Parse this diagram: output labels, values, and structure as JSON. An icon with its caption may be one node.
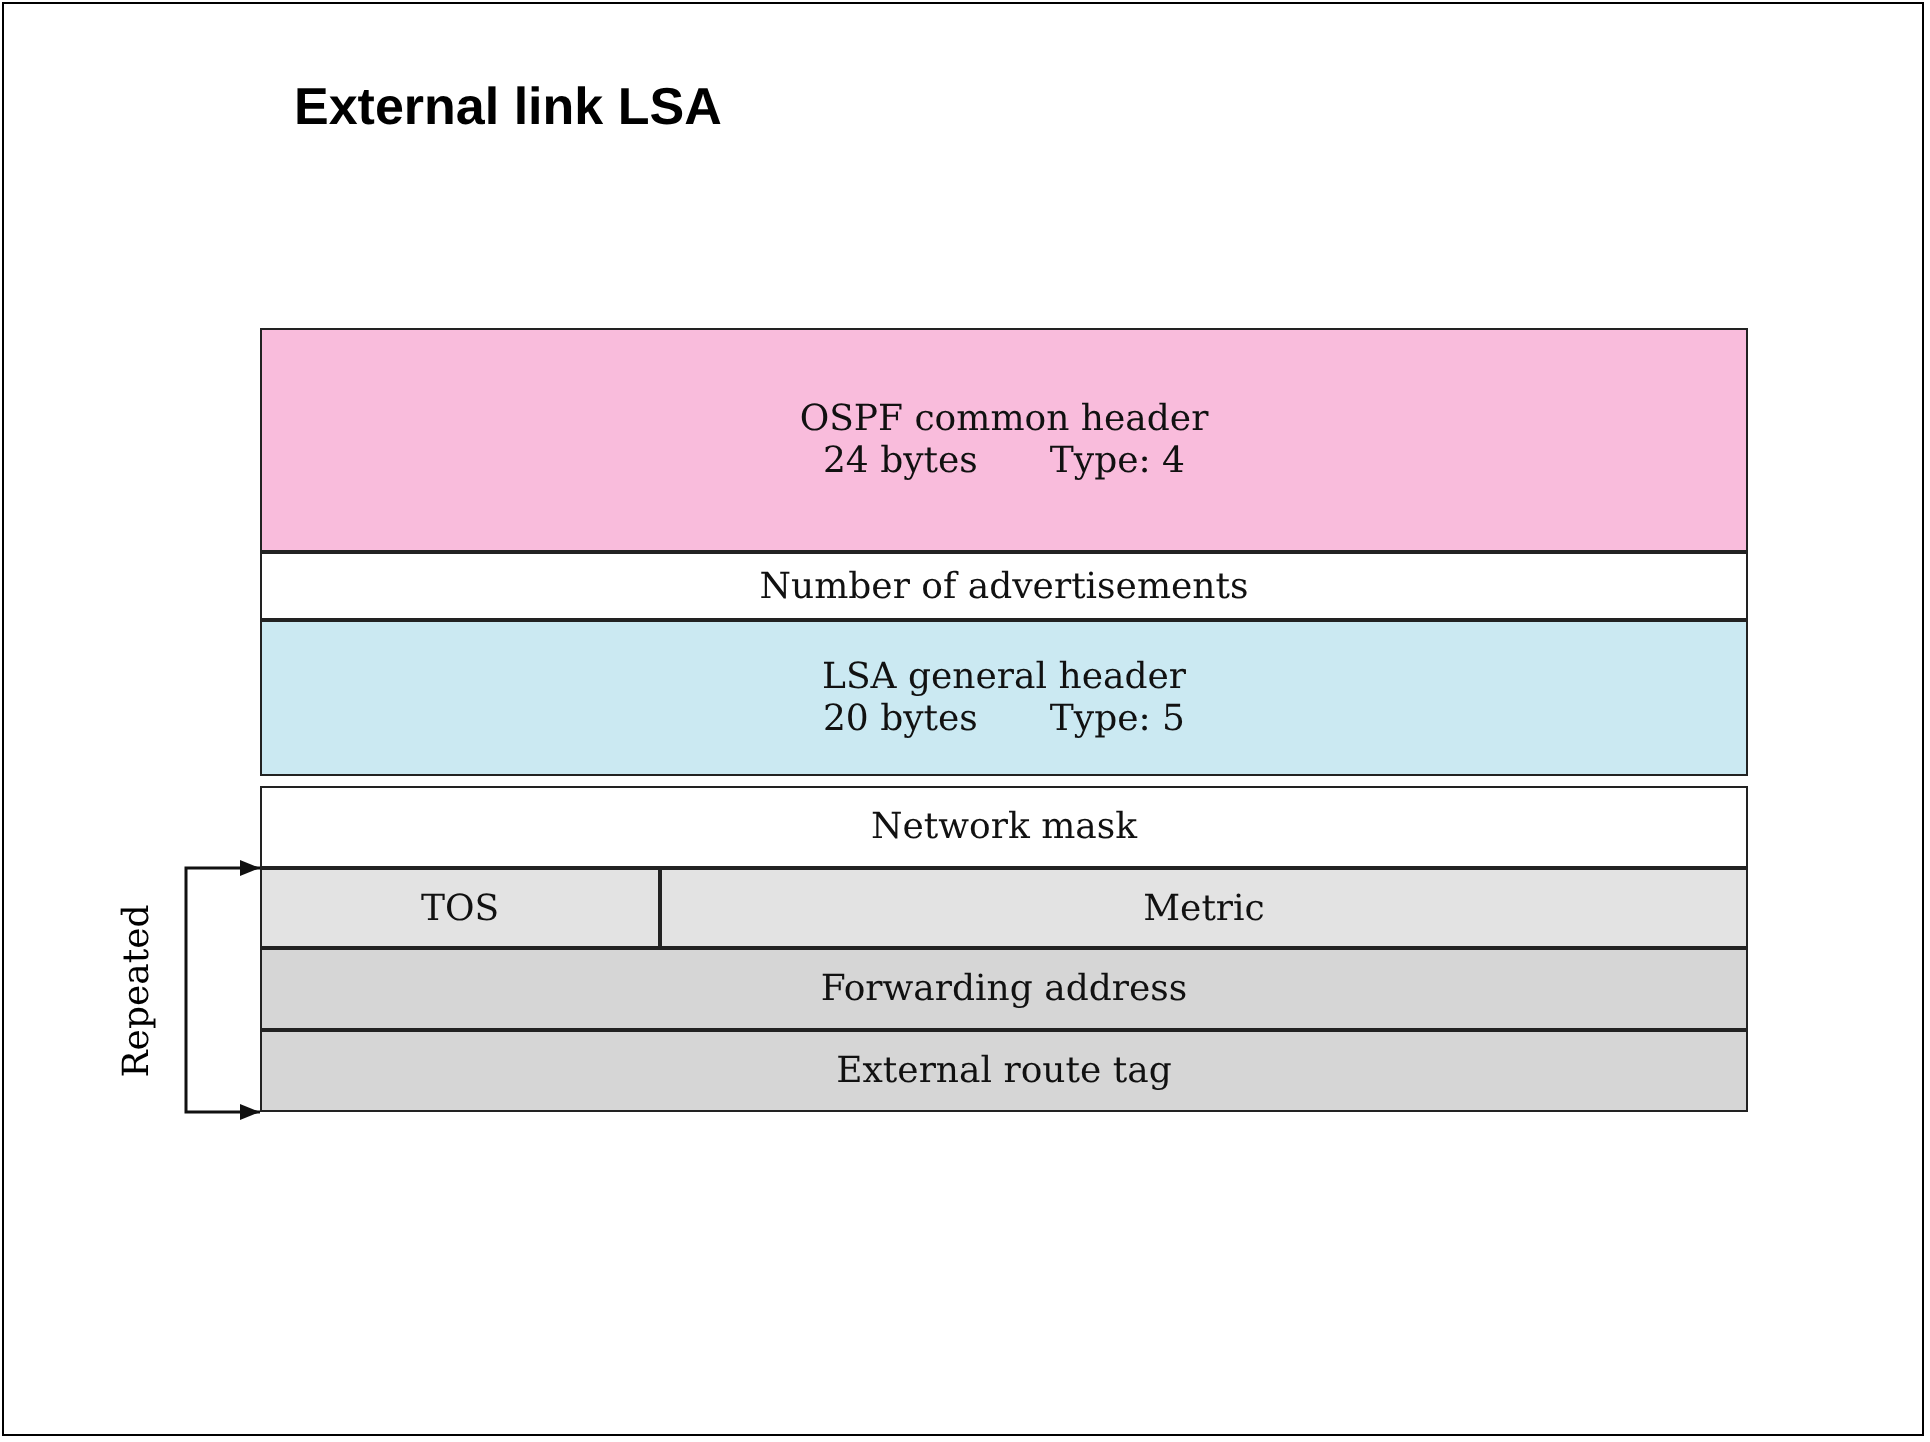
{
  "diagram": {
    "title": "External link LSA",
    "nodes": [
      {
        "text": [
          "OSPF common header",
          "24 bytes",
          "Type: 4"
        ]
      },
      {
        "text": [
          "Number of advertisements"
        ]
      },
      {
        "text": [
          "LSA general header",
          "20 bytes",
          "Type: 5"
        ]
      },
      {
        "text": [
          "Network mask"
        ]
      },
      {
        "text": [
          "TOS"
        ]
      },
      {
        "text": [
          "Metric"
        ]
      },
      {
        "text": [
          "Forwarding address"
        ]
      },
      {
        "text": [
          "External route tag"
        ]
      }
    ],
    "edges": [
      {
        "from": 4,
        "to": 7,
        "arrow": "both",
        "label": "Repeated"
      }
    ]
  }
}
